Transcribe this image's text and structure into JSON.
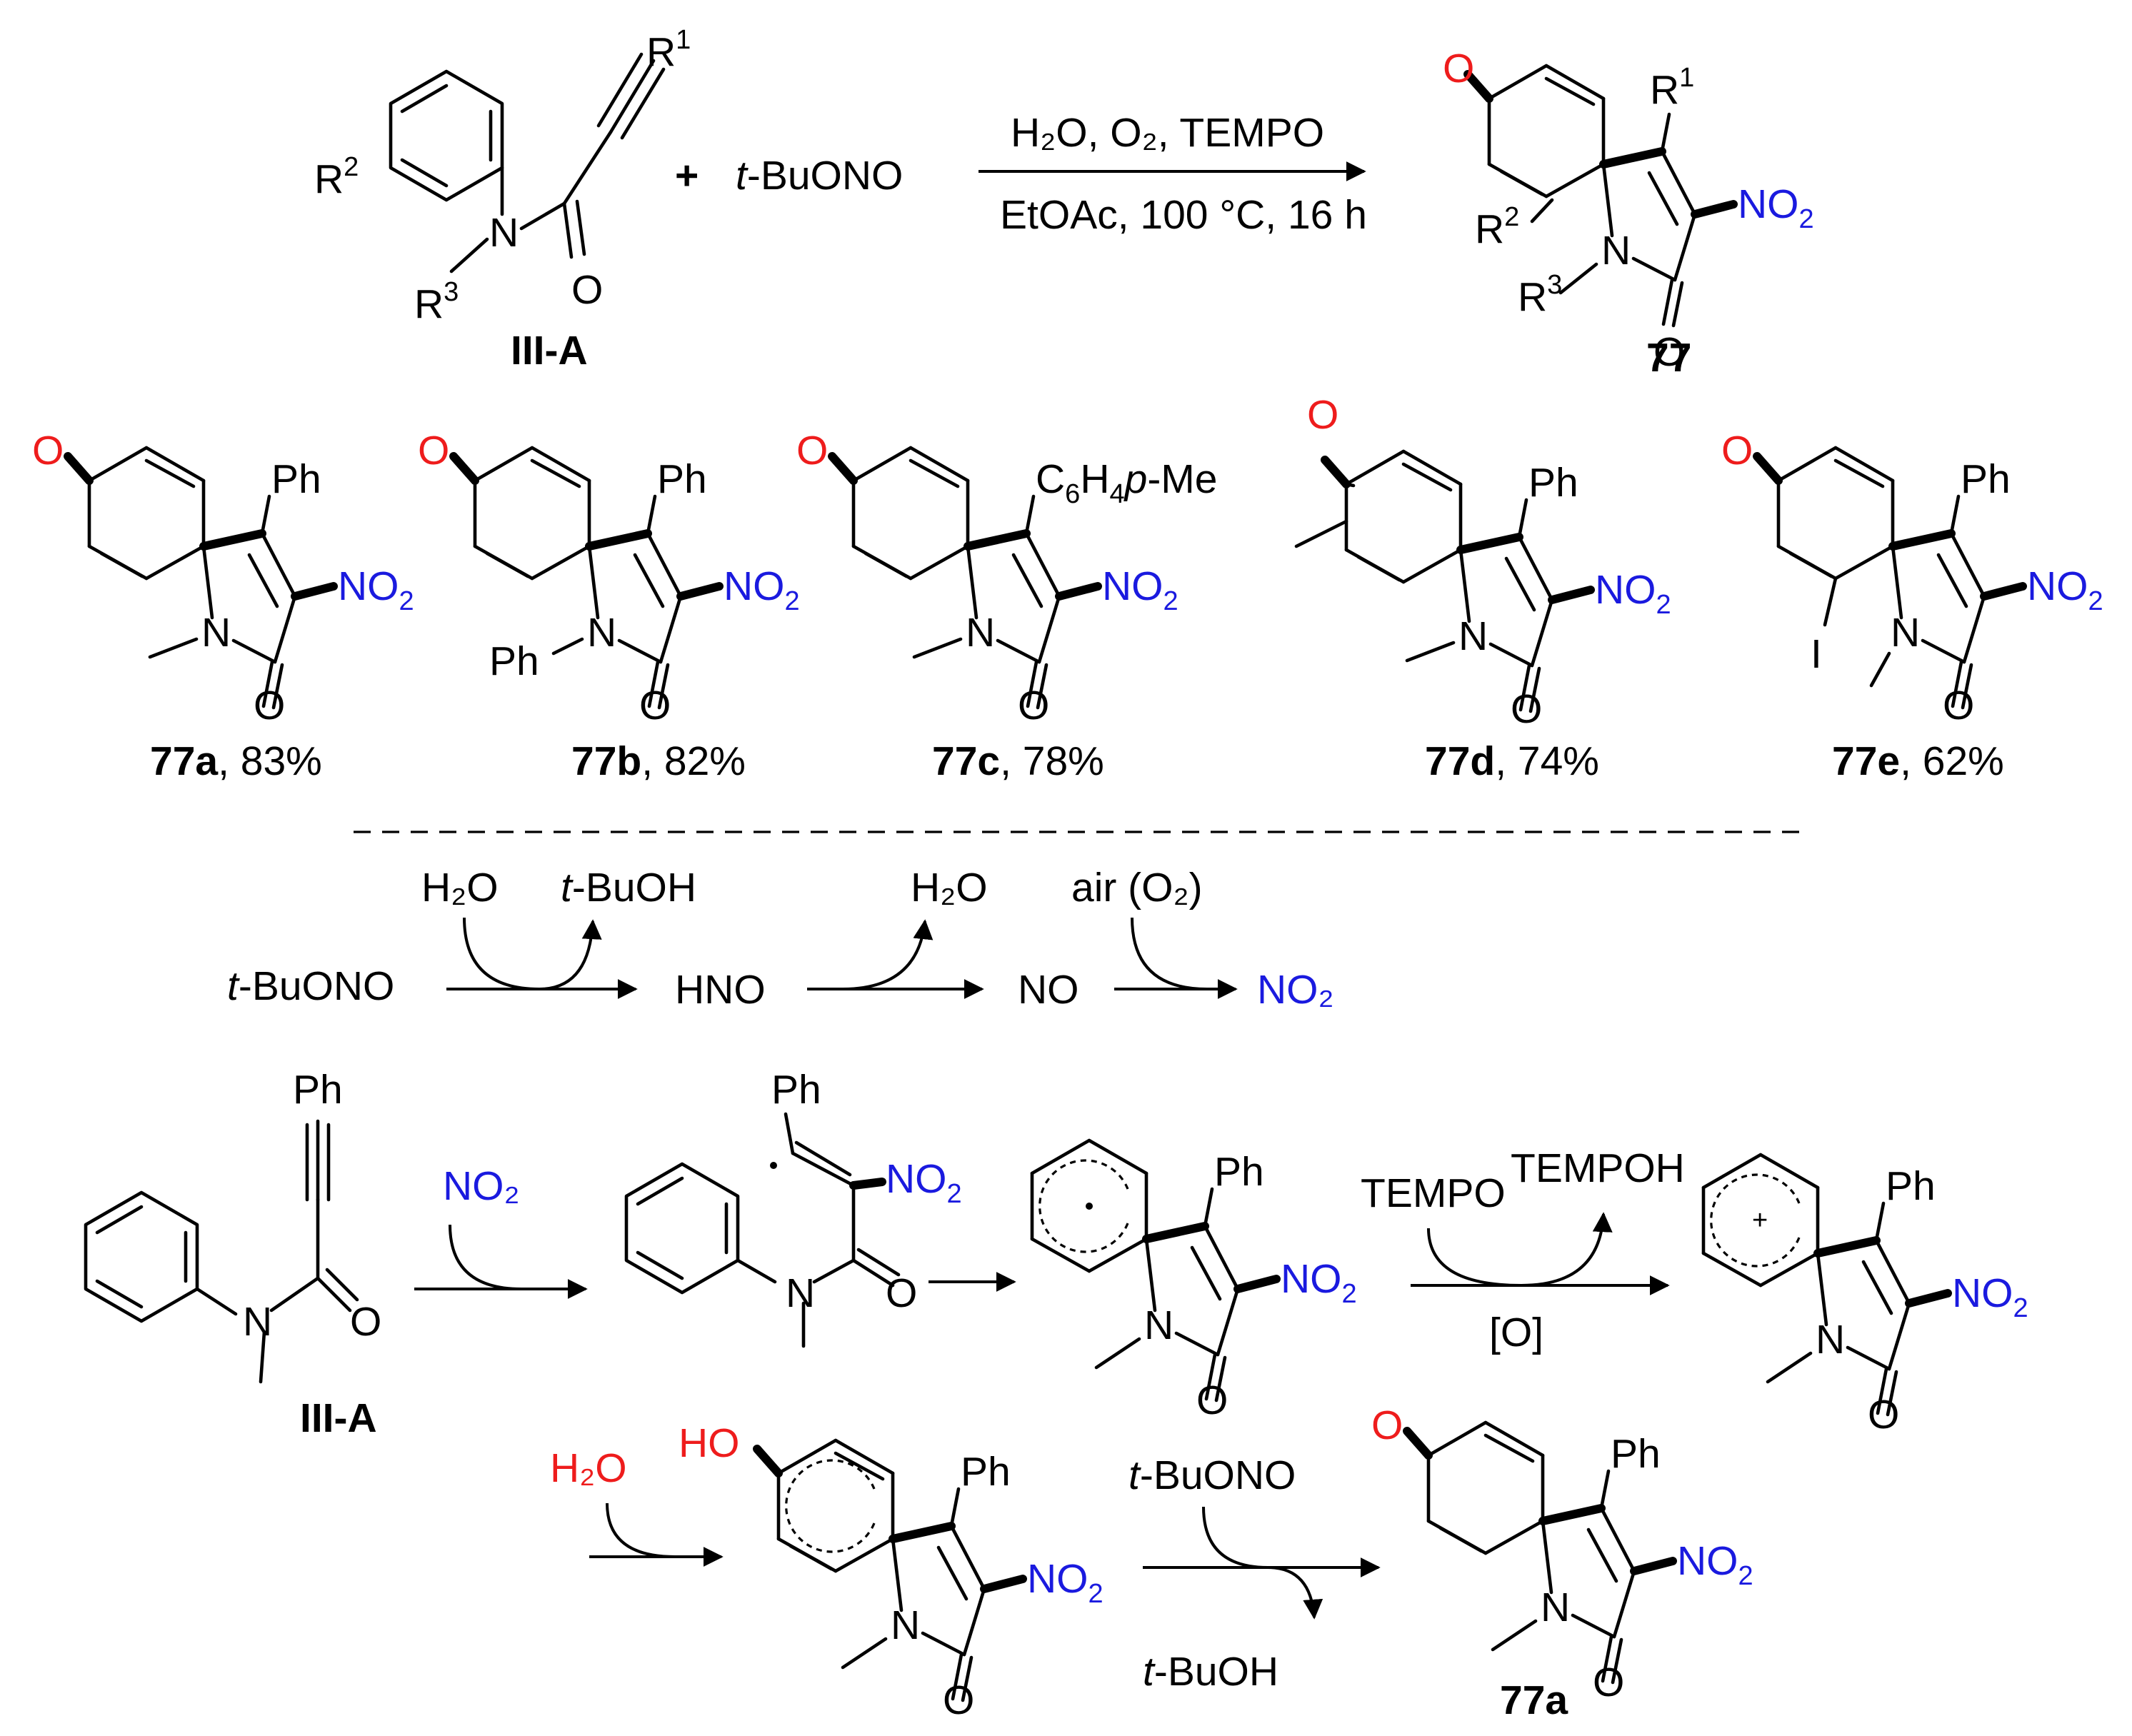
{
  "colors": {
    "oxygen": "#ee1c1c",
    "nitro": "#1a1adf",
    "ink": "#000000"
  },
  "top_reaction": {
    "substrate_label": "III-A",
    "r1": "R",
    "r1_sup": "1",
    "r2": "R",
    "r2_sup": "2",
    "r3": "R",
    "r3_sup": "3",
    "plus": "+",
    "reagent_prefix": "t",
    "reagent_rest": "-BuONO",
    "conditions_top": "H₂O, O₂, TEMPO",
    "conditions_bottom": "EtOAc, 100 °C, 16 h",
    "product_label": "77"
  },
  "atoms": {
    "O": "O",
    "N": "N",
    "NO": "NO",
    "sub2": "2",
    "Ph": "Ph",
    "I": "I",
    "HO": "HO",
    "plus_charge": "+"
  },
  "examples": [
    {
      "id": "77a",
      "yield": ", 83%",
      "subst": "Ph",
      "n_sub": "",
      "ring_sub": ""
    },
    {
      "id": "77b",
      "yield": ", 82%",
      "subst": "Ph",
      "n_sub": "Ph",
      "ring_sub": ""
    },
    {
      "id": "77c",
      "yield": ", 78%",
      "subst_a": "C",
      "subst_sub": "6",
      "subst_b": "H",
      "subst_sub2": "4",
      "subst_it": "p",
      "subst_c": "-Me"
    },
    {
      "id": "77d",
      "yield": ", 74%",
      "subst": "Ph",
      "ring_sub": "methyl"
    },
    {
      "id": "77e",
      "yield": ", 62%",
      "subst": "Ph",
      "ring_sub": "I"
    }
  ],
  "radical_pathway": {
    "start_prefix": "t",
    "start_rest": "-BuONO",
    "h2o_in": "H₂O",
    "tbuoh_out_prefix": "t",
    "tbuoh_out_rest": "-BuOH",
    "hno": "HNO",
    "h2o_out": "H₂O",
    "no": "NO",
    "air": "air (O₂)",
    "no2": "NO₂"
  },
  "mechanism": {
    "substrate_label": "III-A",
    "no2_reagent": "NO₂",
    "tempo": "TEMPO",
    "tempoh": "TEMPOH",
    "oxidant": "[O]",
    "h2o": "H₂O",
    "tbuono_prefix": "t",
    "tbuono_rest": "-BuONO",
    "tbuoh_prefix": "t",
    "tbuoh_rest": "-BuOH",
    "final_label": "77a"
  }
}
